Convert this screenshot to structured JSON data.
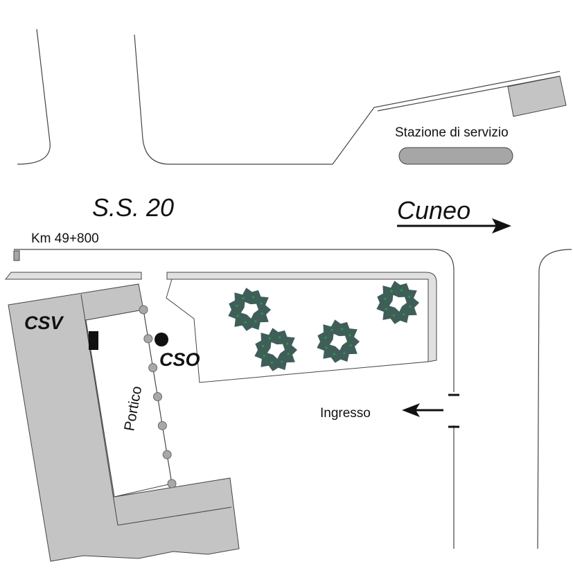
{
  "labels": {
    "gas_station": "Stazione di servizio",
    "road_name": "S.S. 20",
    "direction": "Cuneo",
    "km_marker": "Km 49+800",
    "csv": "CSV",
    "cso": "CSO",
    "portico": "Portico",
    "entrance": "Ingresso"
  },
  "colors": {
    "building": "#c4c4c4",
    "sidewalk": "#e0e0e0",
    "tree": "#3f5e5a",
    "tree_accent": "#2a9a3a",
    "column": "#a8a8a8"
  }
}
